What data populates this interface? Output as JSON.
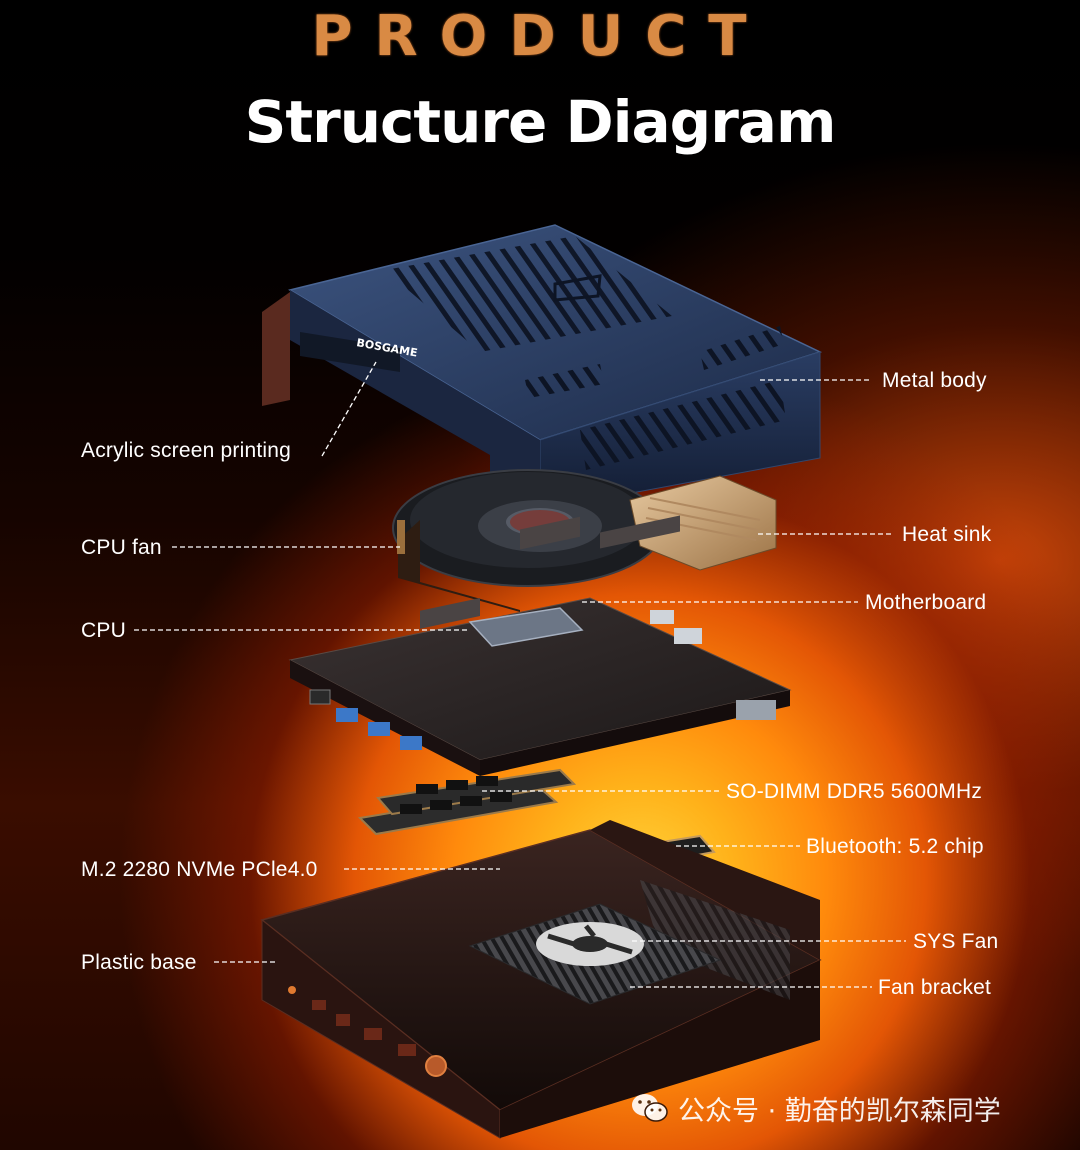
{
  "header": {
    "word": "PRODUCT",
    "title": "Structure Diagram"
  },
  "labels": {
    "metal_body": "Metal body",
    "acrylic": "Acrylic screen printing",
    "cpu_fan": "CPU fan",
    "heat_sink": "Heat sink",
    "motherboard": "Motherboard",
    "cpu": "CPU",
    "sodimm": "SO-DIMM DDR5 5600MHz",
    "bluetooth": "Bluetooth: 5.2 chip",
    "m2": "M.2 2280 NVMe PCle4.0",
    "plastic_base": "Plastic base",
    "sys_fan": "SYS Fan",
    "fan_bracket": "Fan bracket"
  },
  "product": {
    "brand_on_case": "BOSGAME"
  },
  "watermark": {
    "text": "公众号 · 勤奋的凯尔森同学",
    "icon": "wechat-icon"
  },
  "colors": {
    "accent_copper": "#d98a44",
    "case_blue": "#2b3f66",
    "glow_orange": "#ff8a0c"
  }
}
